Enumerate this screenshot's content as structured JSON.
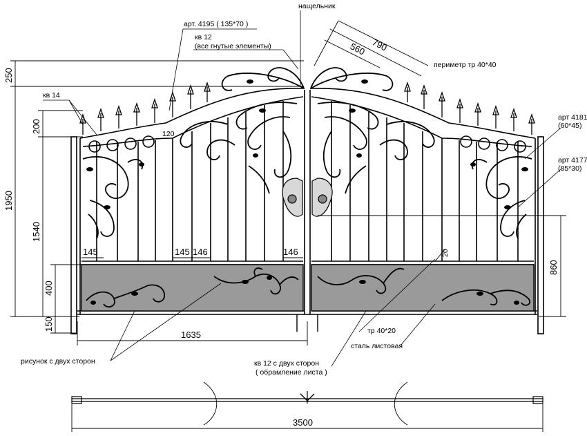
{
  "labels": {
    "strike_plate": "нащельник",
    "art_4195": "арт. 4195 ( 135*70 )",
    "kv12_title": "кв 12",
    "kv12_sub": "(все гнутые элементы)",
    "perimeter": "периметр тр 40*40",
    "kv14": "кв 14",
    "art_4181": "арт 4181",
    "art_4181_size": "(60*45)",
    "art_4177": "арт 4177",
    "art_4177_size": "(85*30)",
    "pipe_40x20": "тр 40*20",
    "steel_sheet": "сталь листовая",
    "pattern_both": "рисунок с двух сторон",
    "kv12_both": "кв 12 с двух сторон",
    "kv12_frame": "( обрамление листа )"
  },
  "dimensions": {
    "d790": "790",
    "d560": "560",
    "d250": "250",
    "d200": "200",
    "d1950": "1950",
    "d1540": "1540",
    "d400": "400",
    "d150": "150",
    "d860": "860",
    "d120": "120",
    "d145a": "145",
    "d145b": "145",
    "d146a": "146",
    "d146b": "146",
    "d20": "20",
    "d1635": "1635",
    "d3500": "3500"
  },
  "colors": {
    "line": "#000000",
    "sheet_fill": "#9a9a9a"
  }
}
